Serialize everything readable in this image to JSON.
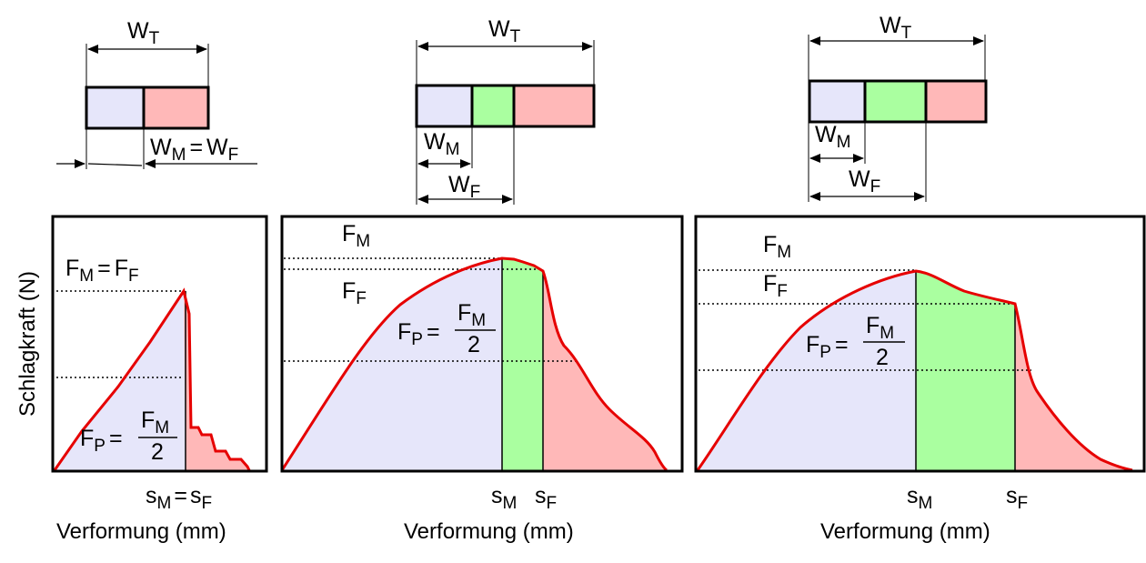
{
  "labels": {
    "w_t": "W",
    "w_t_sub": "T",
    "w_m": "W",
    "w_m_sub": "M",
    "w_f": "W",
    "w_f_sub": "F",
    "equals": "=",
    "f_m": "F",
    "f_m_sub": "M",
    "f_f": "F",
    "f_f_sub": "F",
    "f_p": "F",
    "f_p_sub": "P",
    "frac_num": "F",
    "frac_num_sub": "M",
    "frac_den": "2",
    "s_m": "s",
    "s_m_sub": "M",
    "s_f": "s",
    "s_f_sub": "F"
  },
  "y_axis_label": "Schlagkraft (N)",
  "x_axis_label": "Verformung (mm)",
  "colors": {
    "blue_region": "#e6e6fa",
    "green_region": "#aaffa0",
    "red_region": "#ffb8b8",
    "curve": "#e60000"
  }
}
